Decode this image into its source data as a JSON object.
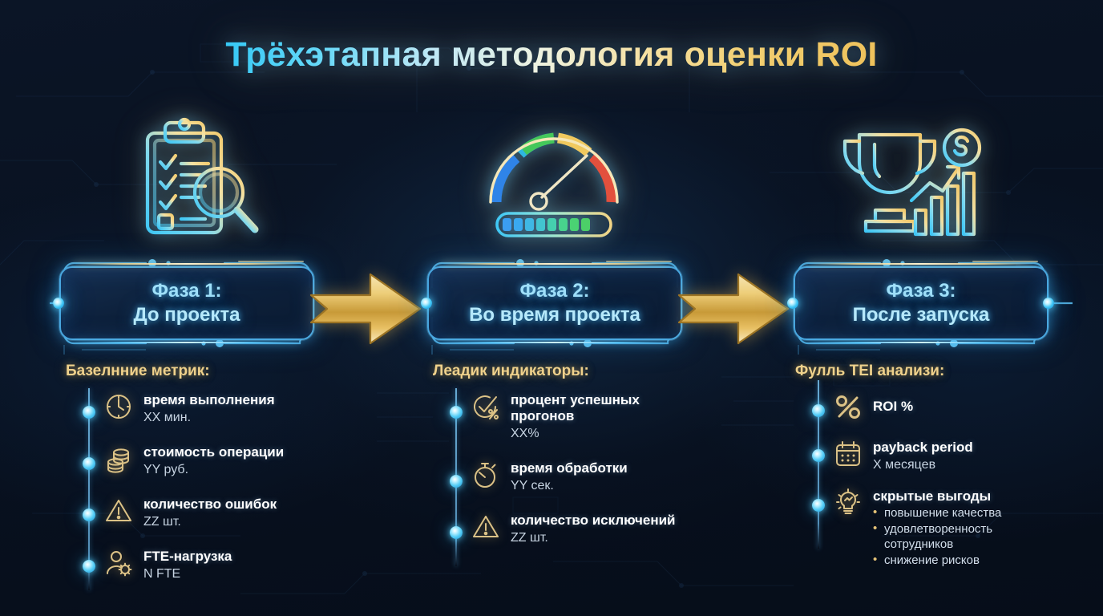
{
  "title": "Трёхэтапная методология оценки ROI",
  "colors": {
    "background": "#081120",
    "accent_cyan": "#4aa8e0",
    "accent_gold": "#f0d28c",
    "arrow_gold": "#e8c266",
    "text_white": "#ffffff",
    "text_muted": "#c7d4e2"
  },
  "phases": [
    {
      "icon": "clipboard-magnifier-icon",
      "line1": "Фаза 1:",
      "line2": "До проекта",
      "heading": "Базелнние метрик:",
      "items": [
        {
          "icon": "clock-icon",
          "label": "время выполнения",
          "value": "XX мин."
        },
        {
          "icon": "coins-icon",
          "label": "стоимость операции",
          "value": "YY руб."
        },
        {
          "icon": "warning-icon",
          "label": "количество ошибок",
          "value": "ZZ шт."
        },
        {
          "icon": "user-gear-icon",
          "label": "FTE-нагрузка",
          "value": "N FTE"
        }
      ]
    },
    {
      "icon": "gauge-icon",
      "line1": "Фаза 2:",
      "line2": "Во время проекта",
      "heading": "Леадик индикаторы:",
      "items": [
        {
          "icon": "check-percent-icon",
          "label": "процент успешных прогонов",
          "value": "XX%"
        },
        {
          "icon": "stopwatch-icon",
          "label": "время обработки",
          "value": "YY сек."
        },
        {
          "icon": "warning-icon",
          "label": "количество исключений",
          "value": "ZZ шт."
        }
      ]
    },
    {
      "icon": "trophy-chart-icon",
      "line1": "Фаза 3:",
      "line2": "После запуска",
      "heading": "Фулль TEI анализи:",
      "items": [
        {
          "icon": "percent-icon",
          "label": "ROI %",
          "value": ""
        },
        {
          "icon": "calendar-icon",
          "label": "payback period",
          "value": "X месяцев"
        },
        {
          "icon": "lightbulb-icon",
          "label": "скрытые выгоды",
          "value": "",
          "bullets": [
            "повышение качества",
            "удовлетворенность сотрудников",
            "снижение рисков"
          ]
        }
      ]
    }
  ],
  "arrows": [
    {
      "name": "arrow-phase1-to-phase2"
    },
    {
      "name": "arrow-phase2-to-phase3"
    }
  ]
}
